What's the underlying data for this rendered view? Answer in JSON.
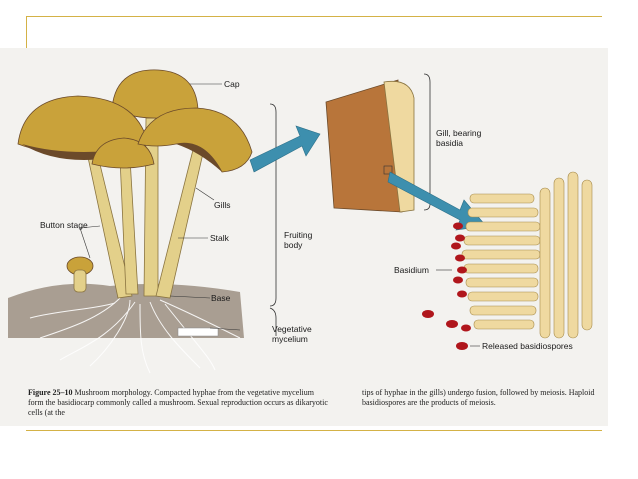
{
  "labels": {
    "cap": "Cap",
    "gills": "Gills",
    "button_stage": "Button stage",
    "stalk": "Stalk",
    "base": "Base",
    "fruiting_body_1": "Fruiting",
    "fruiting_body_2": "body",
    "vegetative_1": "Vegetative",
    "vegetative_2": "mycelium",
    "gill_basidia_1": "Gill, bearing",
    "gill_basidia_2": "basidia",
    "basidium": "Basidium",
    "released": "Released basidiospores"
  },
  "caption": {
    "figure_number": "Figure 25–10",
    "left_text": "Mushroom morphology. Compacted hyphae from the vegetative mycelium form the basidiocarp commonly called a mushroom. Sexual reproduction occurs as dikaryotic cells (at the",
    "right_text": "tips of hyphae in the gills) undergo fusion, followed by meiosis. Haploid basidiospores are the products of meiosis."
  },
  "colors": {
    "cap": "#c9a23a",
    "stalk": "#e3d08a",
    "gill_dark": "#6b4a2a",
    "arrow": "#3d8fae",
    "spore": "#b0161c",
    "basidia": "#efd9a0",
    "gill_tissue": "#b8753a",
    "accent_rule": "#d4b246"
  }
}
